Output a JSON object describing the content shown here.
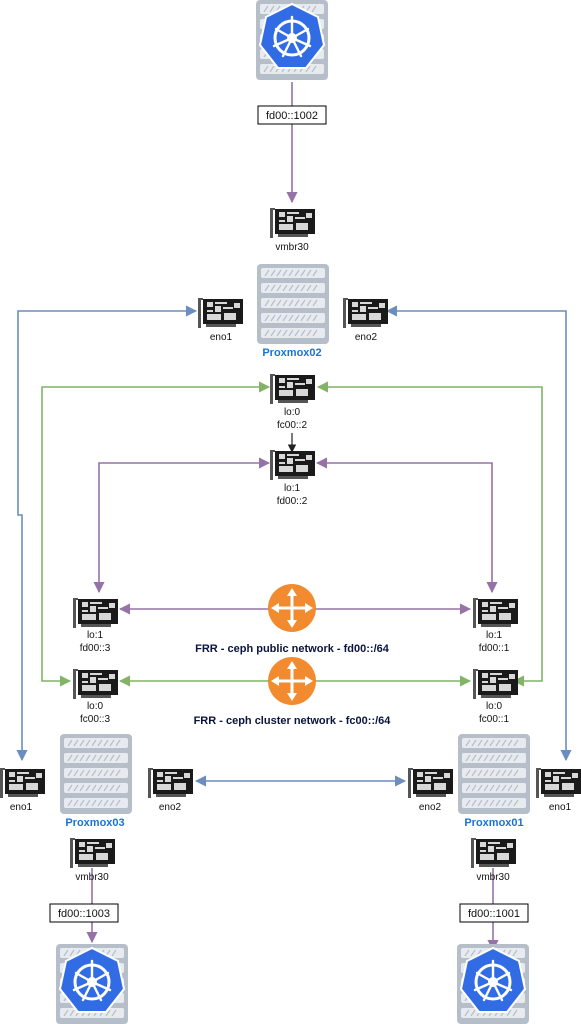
{
  "colors": {
    "blue": "#6c8ebf",
    "green": "#82b366",
    "purple": "#9673a6",
    "black": "#222222",
    "host_label": "#1a73d4",
    "router": "#f28b30",
    "k8s": "#326ce5"
  },
  "top_k8s": {
    "icon": "kubernetes-icon",
    "address": "fd00::1002"
  },
  "bottom_left_k8s": {
    "icon": "kubernetes-icon",
    "address": "fd00::1003"
  },
  "bottom_right_k8s": {
    "icon": "kubernetes-icon",
    "address": "fd00::1001"
  },
  "proxmox02": {
    "name": "Proxmox02",
    "vmbr": "vmbr30",
    "eno1": "eno1",
    "eno2": "eno2",
    "lo0": {
      "name": "lo:0",
      "addr": "fc00::2"
    },
    "lo1": {
      "name": "lo:1",
      "addr": "fd00::2"
    }
  },
  "proxmox03": {
    "name": "Proxmox03",
    "vmbr": "vmbr30",
    "eno1": "eno1",
    "eno2": "eno2",
    "lo0": {
      "name": "lo:0",
      "addr": "fc00::3"
    },
    "lo1": {
      "name": "lo:1",
      "addr": "fd00::3"
    }
  },
  "proxmox01": {
    "name": "Proxmox01",
    "vmbr": "vmbr30",
    "eno1": "eno1",
    "eno2": "eno2",
    "lo0": {
      "name": "lo:0",
      "addr": "fc00::1"
    },
    "lo1": {
      "name": "lo:1",
      "addr": "fd00::1"
    }
  },
  "frr_public": {
    "icon": "router-icon",
    "label": "FRR - ceph public network - fd00::/64"
  },
  "frr_cluster": {
    "icon": "router-icon",
    "label": "FRR - ceph cluster network - fc00::/64"
  }
}
